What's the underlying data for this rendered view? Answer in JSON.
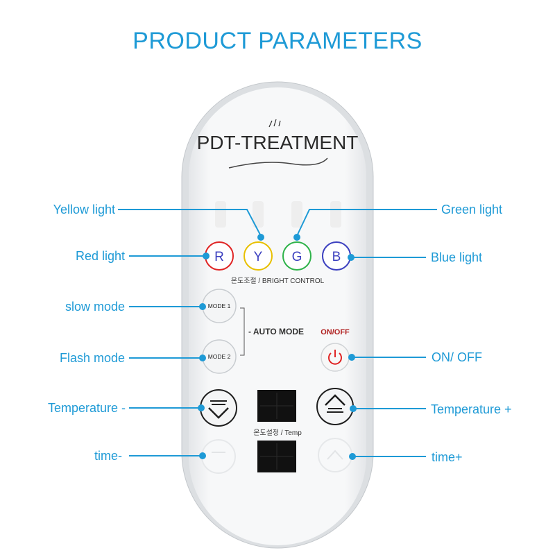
{
  "title": "PRODUCT PARAMETERS",
  "device": {
    "brand": "PDT-TREATMENT",
    "bright_control": "온도조절 / BRIGHT CONTROL",
    "color_buttons": [
      "R",
      "Y",
      "G",
      "B"
    ],
    "mode1": "MODE 1",
    "mode2": "MODE 2",
    "auto_mode": "- AUTO MODE",
    "onoff": "ON/OFF",
    "temp_label": "온도설정 / Temp"
  },
  "callouts": {
    "yellow_light": "Yellow light",
    "green_light": "Green light",
    "red_light": "Red light",
    "blue_light": "Blue light",
    "slow_mode": "slow mode",
    "flash_mode": "Flash mode",
    "on_off": "ON/ OFF",
    "temp_minus": "Temperature -",
    "temp_plus": "Temperature +",
    "time_minus": "time-",
    "time_plus": "time+"
  },
  "colors": {
    "accent": "#1e9ad6",
    "red": "#e02424",
    "yellow": "#e8c000",
    "green": "#2fb34a",
    "blue": "#3b3fbf",
    "display": "#111111"
  }
}
